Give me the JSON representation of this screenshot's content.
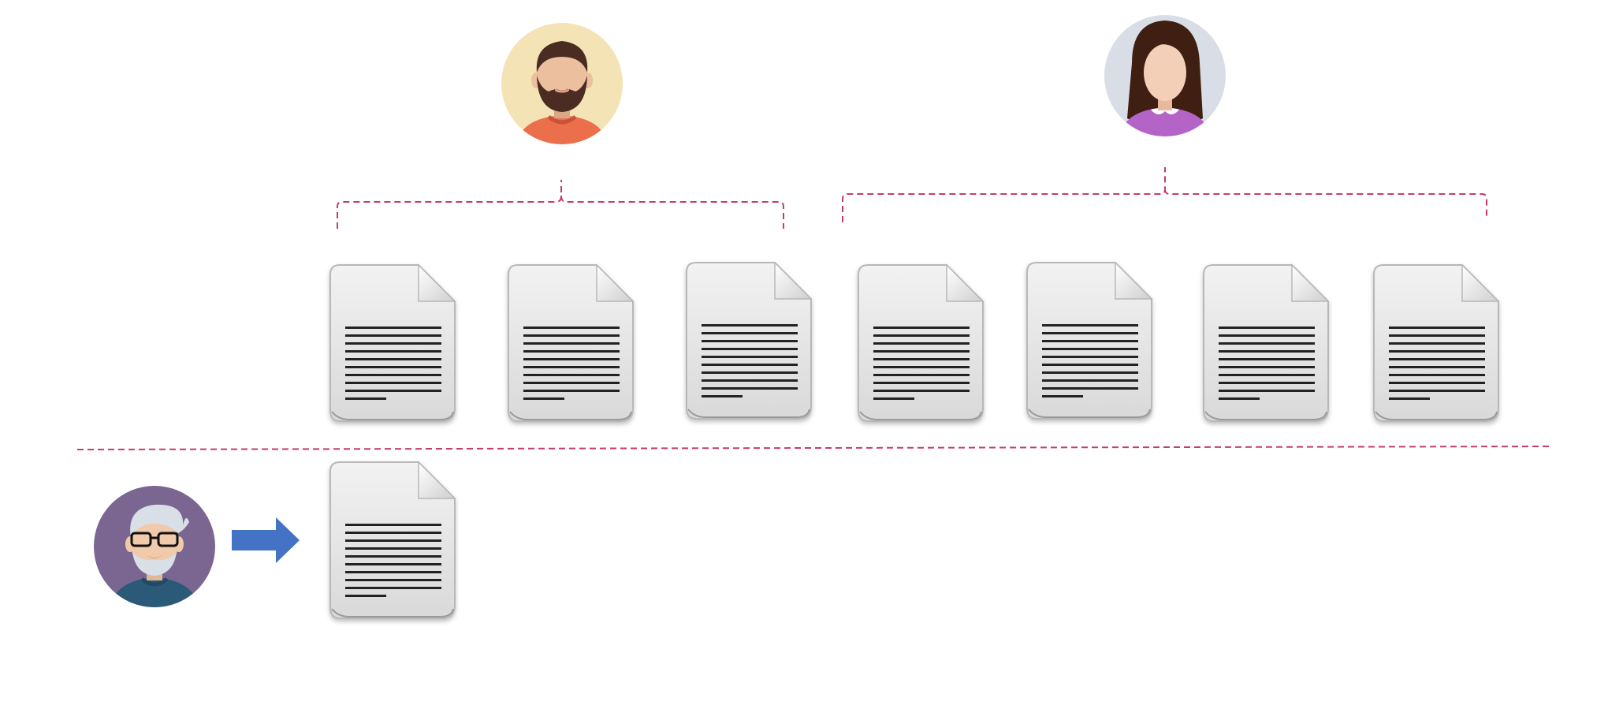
{
  "colors": {
    "background": "#ffffff",
    "bracket": "#c63a6e",
    "separator": "#c63a6e",
    "arrow": "#4472c4",
    "doc_face_top": "#f2f2f2",
    "doc_face_bottom": "#d9d9d9",
    "doc_edge": "#b8b8b8",
    "doc_lines": "#222222"
  },
  "people": [
    {
      "id": "bearded-man",
      "icon": "bearded-man-avatar-icon",
      "background": "#f4e3b5",
      "shirt": "#ec6f4c",
      "hair": "#4a2c22",
      "skin": "#ecbf9f"
    },
    {
      "id": "long-hair-woman",
      "icon": "woman-avatar-icon",
      "background": "#d9dde6",
      "shirt": "#b463c7",
      "hair": "#3f1f12",
      "skin": "#f3cfb8"
    },
    {
      "id": "old-man-glasses",
      "icon": "elderly-man-avatar-icon",
      "background": "#7a6691",
      "shirt": "#2b5a78",
      "hair": "#d9dfe6",
      "skin": "#f1c9ab"
    }
  ],
  "groups": [
    {
      "owner": "bearded-man",
      "document_count": 3
    },
    {
      "owner": "long-hair-woman",
      "document_count": 4
    }
  ],
  "new_document": {
    "owner": "old-man-glasses",
    "connector": "arrow-right-icon",
    "document_count": 1
  }
}
